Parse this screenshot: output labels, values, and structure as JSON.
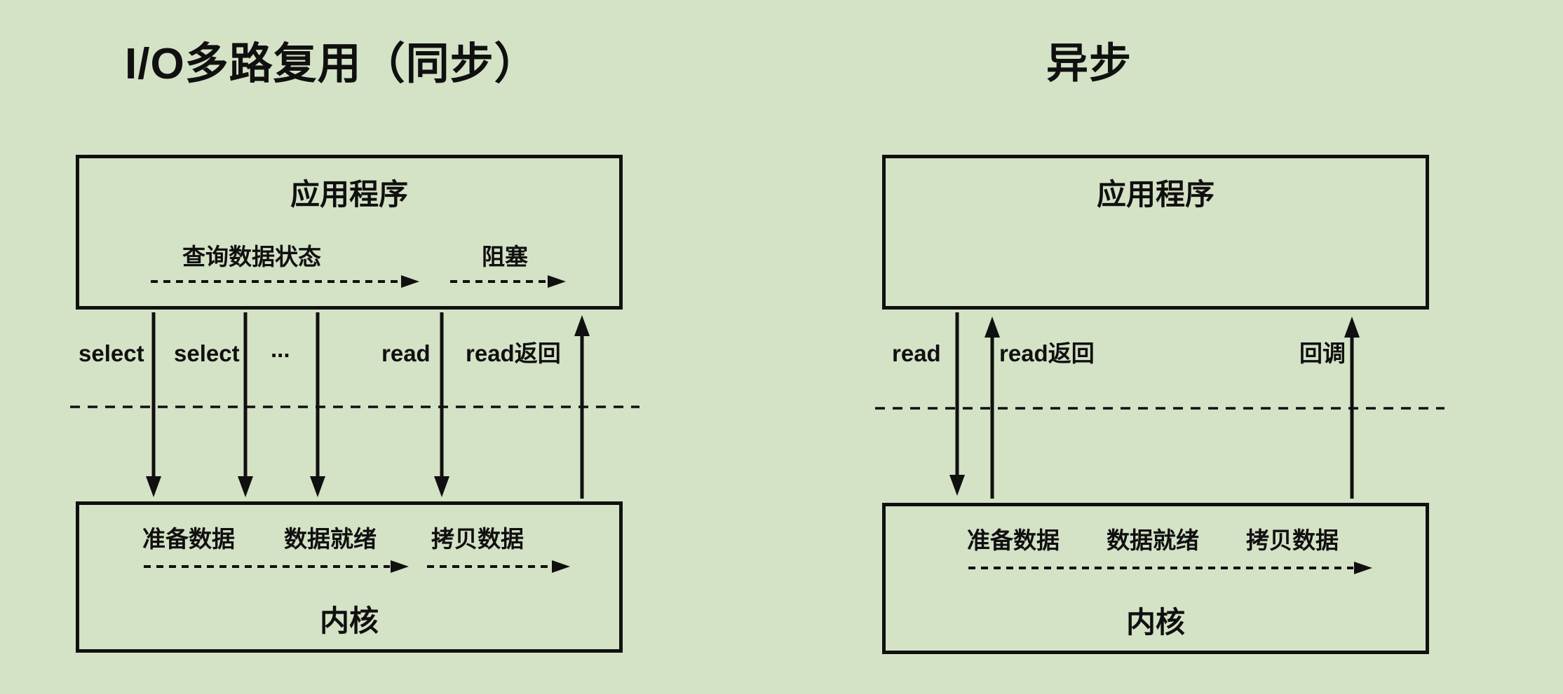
{
  "colors": {
    "background": "#d4e2c6",
    "ink": "#101010"
  },
  "left": {
    "title": "I/O多路复用（同步）",
    "app_box": {
      "title": "应用程序",
      "flow_steps": [
        {
          "label": "查询数据状态"
        },
        {
          "label": "阻塞"
        }
      ]
    },
    "call_labels": [
      "select",
      "select",
      "...",
      "read",
      "read返回"
    ],
    "kernel_box": {
      "title": "内核",
      "stages": [
        "准备数据",
        "数据就绪",
        "拷贝数据"
      ]
    }
  },
  "right": {
    "title": "异步",
    "app_box": {
      "title": "应用程序"
    },
    "call_labels": [
      "read",
      "read返回",
      "回调"
    ],
    "kernel_box": {
      "title": "内核",
      "stages": [
        "准备数据",
        "数据就绪",
        "拷贝数据"
      ]
    }
  }
}
